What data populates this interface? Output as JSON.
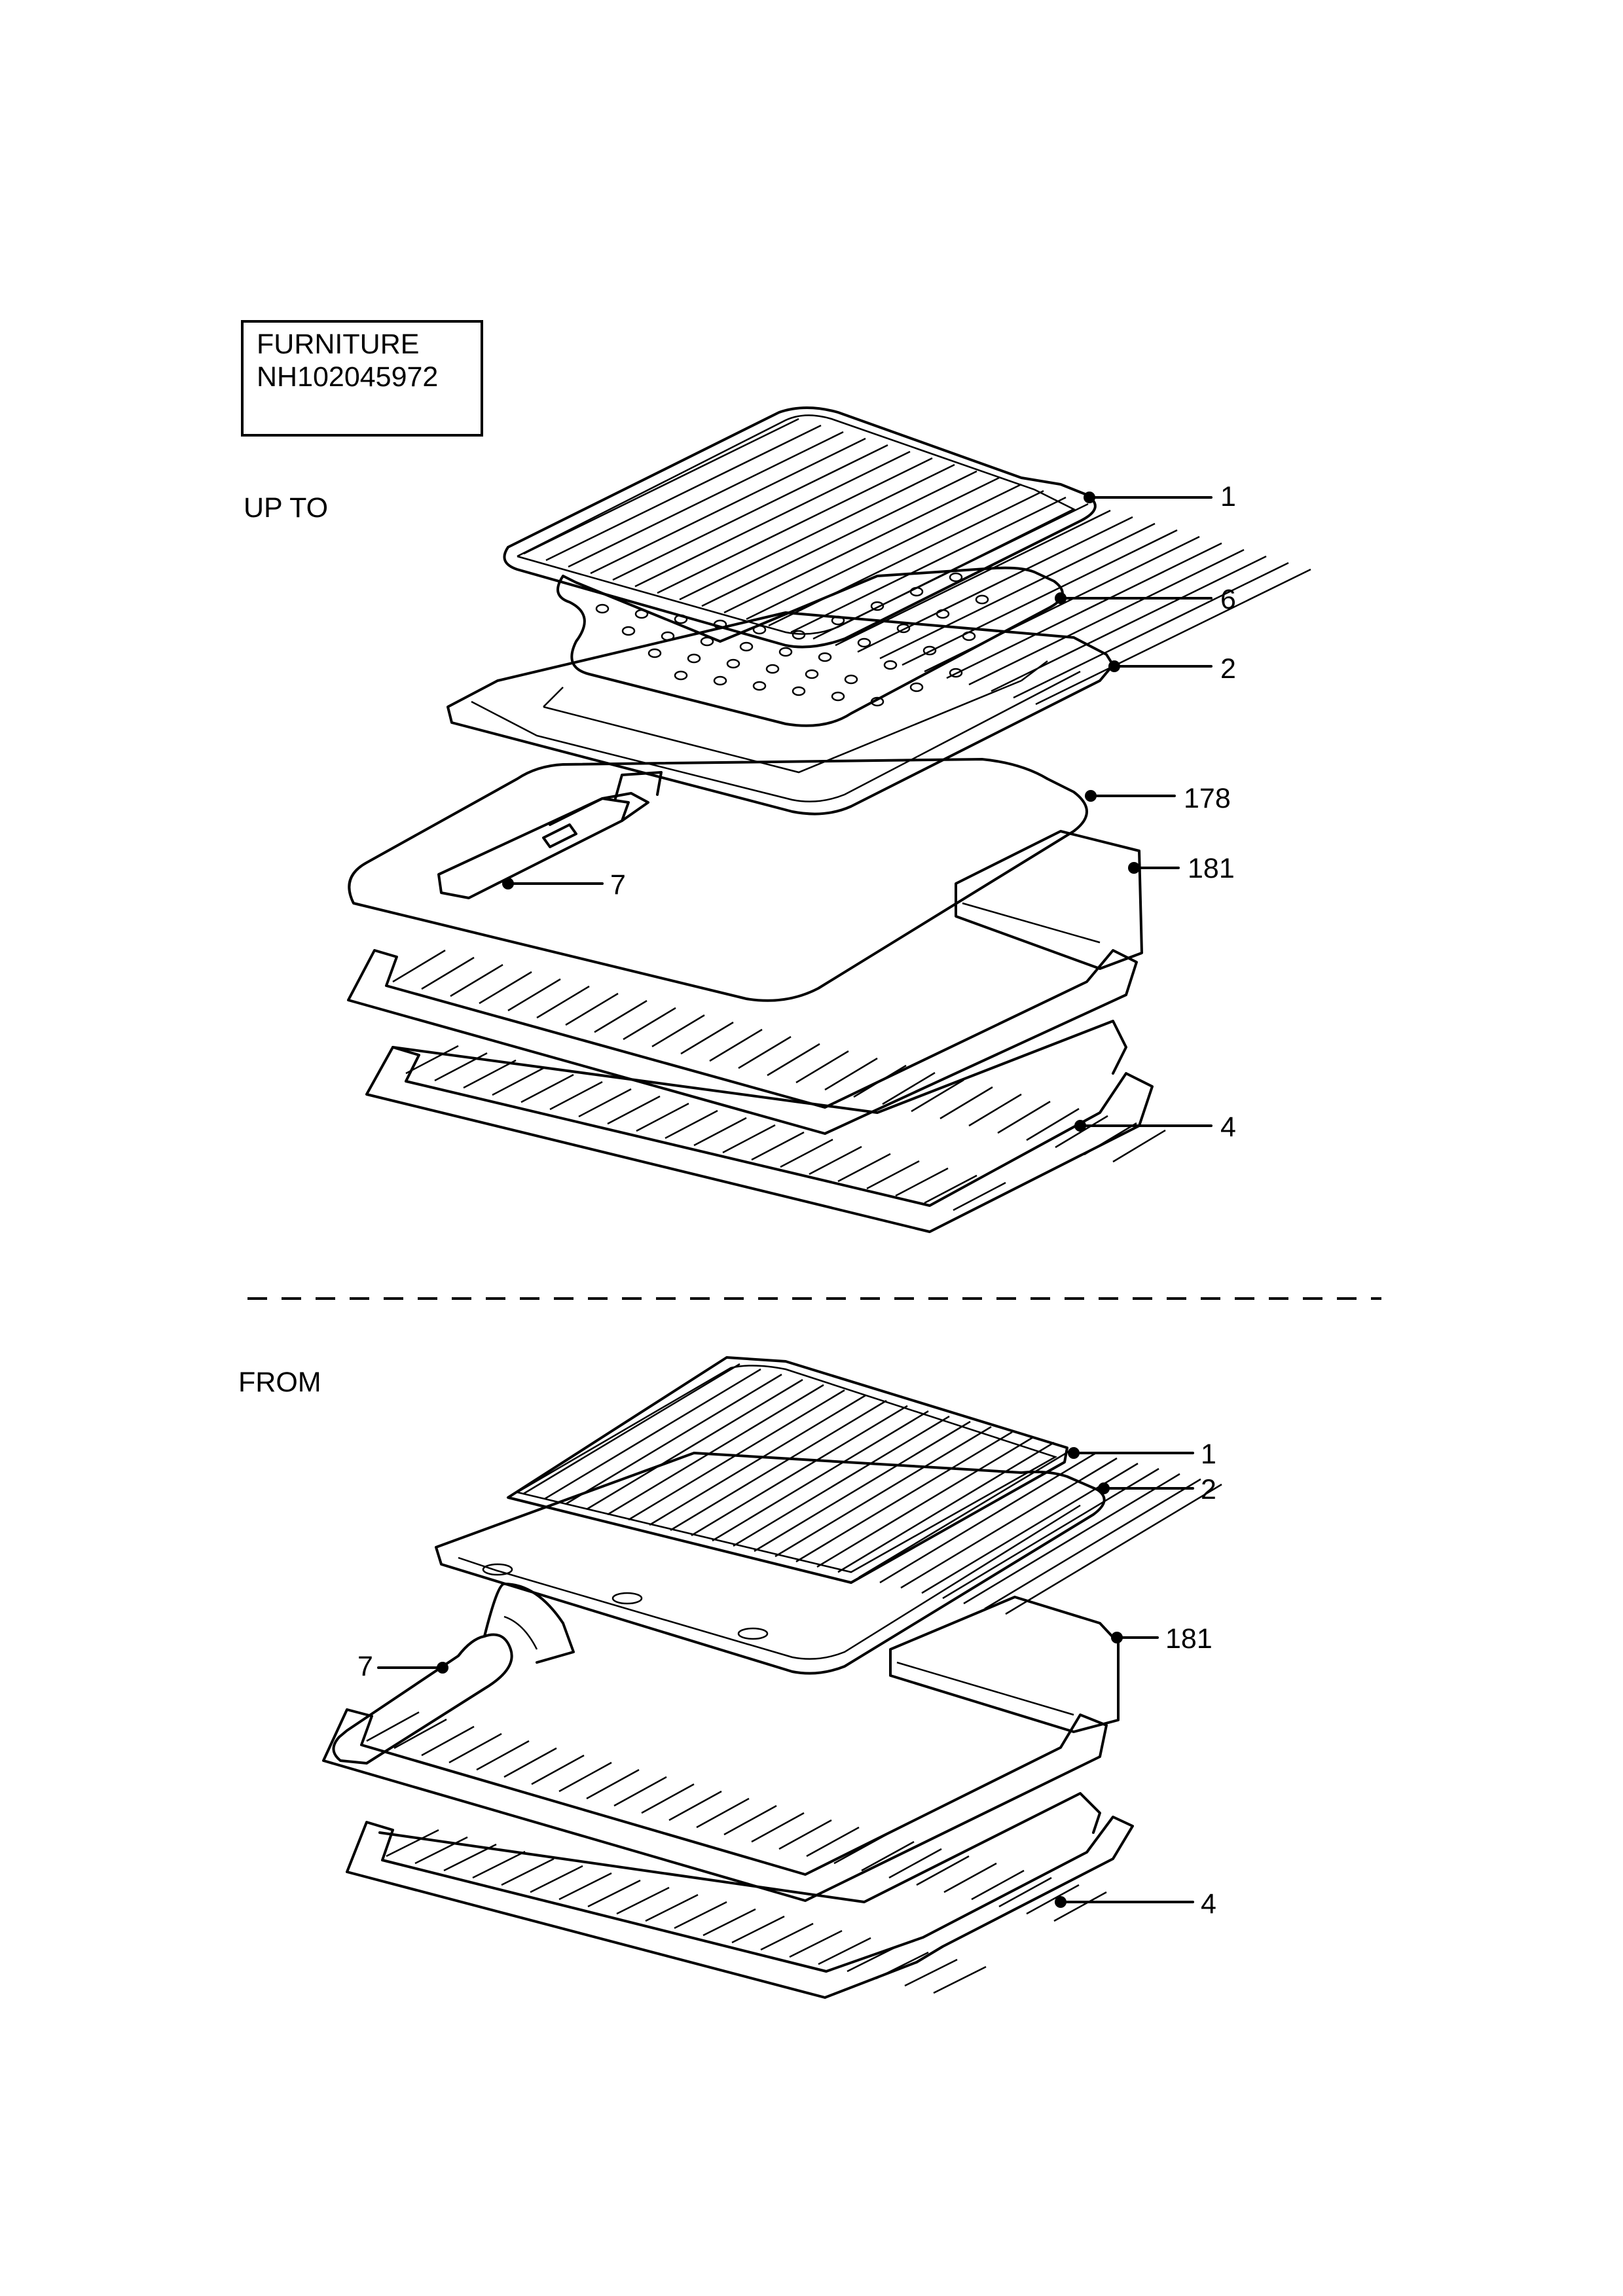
{
  "title_box": {
    "line1": "FURNITURE",
    "line2": "NH102045972"
  },
  "sections": {
    "upper": {
      "label": "UP TO"
    },
    "lower": {
      "label": "FROM"
    }
  },
  "callouts": {
    "upper": [
      {
        "id": "u1",
        "text": "1"
      },
      {
        "id": "u6",
        "text": "6"
      },
      {
        "id": "u2",
        "text": "2"
      },
      {
        "id": "u178",
        "text": "178"
      },
      {
        "id": "u181",
        "text": "181"
      },
      {
        "id": "u7",
        "text": "7"
      },
      {
        "id": "u4",
        "text": "4"
      }
    ],
    "lower": [
      {
        "id": "l1",
        "text": "1"
      },
      {
        "id": "l2",
        "text": "2"
      },
      {
        "id": "l181",
        "text": "181"
      },
      {
        "id": "l7",
        "text": "7"
      },
      {
        "id": "l4",
        "text": "4"
      }
    ]
  },
  "parts": {
    "upper": [
      "grill-grid",
      "perforated-insert",
      "drip-pan",
      "baking-tray",
      "grill-pan-handle",
      "side-panel",
      "oven-shelf-upper",
      "oven-shelf-lower"
    ],
    "lower": [
      "wire-grid",
      "drip-pan",
      "side-panel",
      "grill-pan-handle",
      "oven-shelf-upper",
      "oven-shelf-lower"
    ]
  }
}
